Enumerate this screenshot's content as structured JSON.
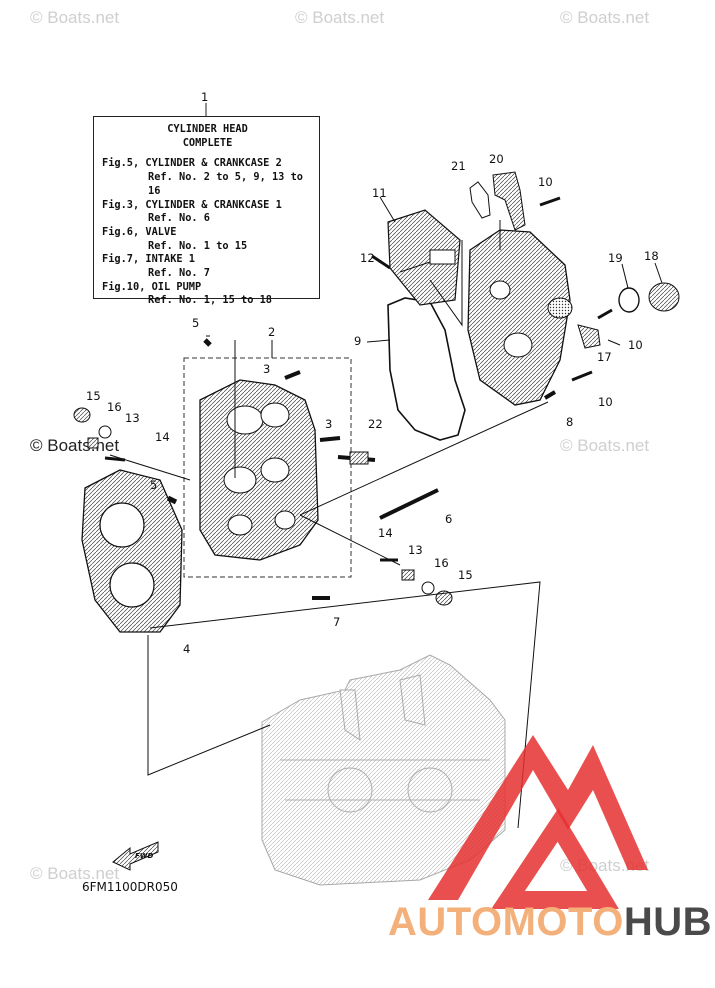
{
  "watermarks": [
    "© Boats.net",
    "© Boats.net",
    "© Boats.net",
    "© Boats.net",
    "© Boats.net",
    "© Boats.net",
    "© Boats.net"
  ],
  "box": {
    "title1": "CYLINDER HEAD",
    "title2": "COMPLETE",
    "lines": [
      "Fig.5, CYLINDER & CRANKCASE 2",
      "Ref. No. 2 to 5, 9, 13 to 16",
      "Fig.3, CYLINDER & CRANKCASE 1",
      "Ref. No. 6",
      "Fig.6, VALVE",
      "Ref. No. 1 to 15",
      "Fig.7, INTAKE 1",
      "Ref. No. 7",
      "Fig.10, OIL PUMP",
      "Ref. No. 1, 15 to 18"
    ]
  },
  "callouts": {
    "n1": "1",
    "n2": "2",
    "n3a": "3",
    "n3b": "3",
    "n4": "4",
    "n5a": "5",
    "n5b": "5",
    "n6": "6",
    "n7": "7",
    "n8": "8",
    "n9": "9",
    "n10a": "10",
    "n10b": "10",
    "n10c": "10",
    "n11": "11",
    "n12": "12",
    "n13a": "13",
    "n13b": "13",
    "n14a": "14",
    "n14b": "14",
    "n15a": "15",
    "n15b": "15",
    "n16a": "16",
    "n16b": "16",
    "n17": "17",
    "n18": "18",
    "n19": "19",
    "n20": "20",
    "n21": "21",
    "n22": "22"
  },
  "fwd_label": "FWD",
  "diagram_code": "6FM1100DR050",
  "brand": {
    "part1": "AUTOMOTO",
    "part2": "HUB",
    "color_accent": "#f0a060",
    "color_red": "#e63030",
    "color_dark": "#4a4a4a"
  }
}
